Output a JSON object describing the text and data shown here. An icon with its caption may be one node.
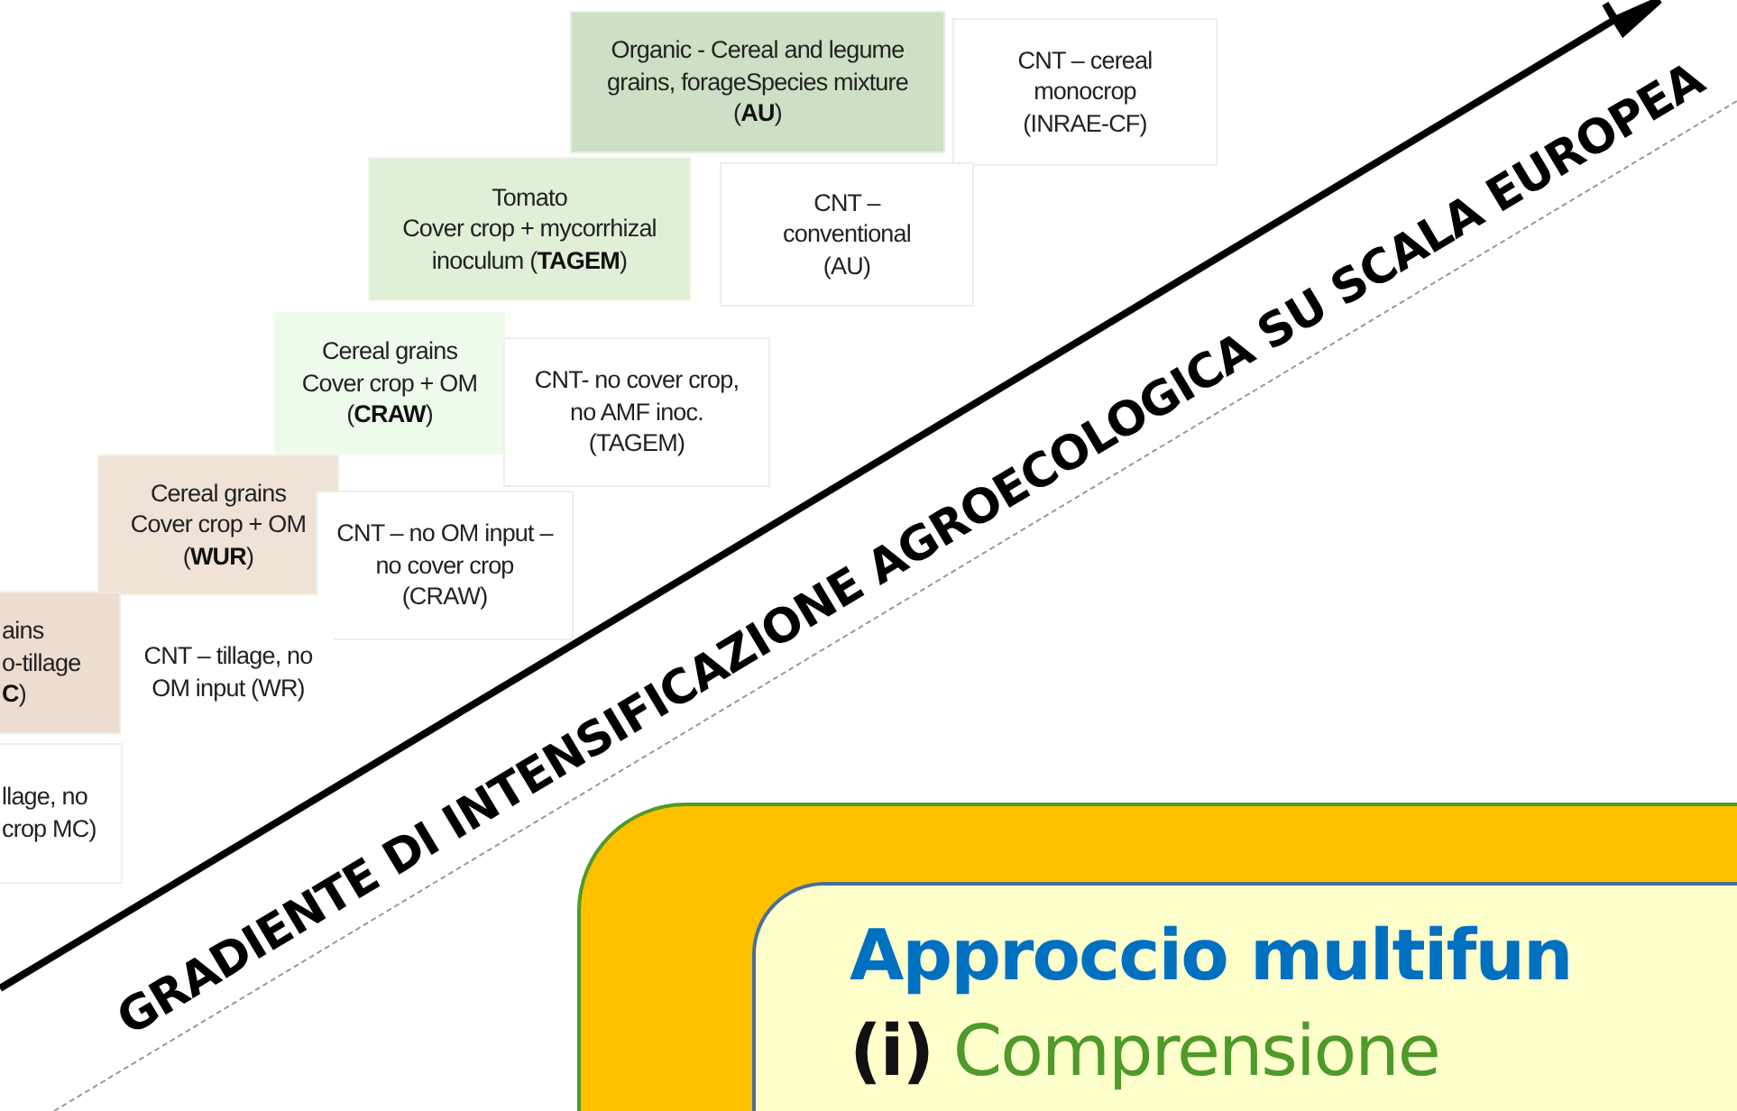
{
  "diagram": {
    "nodes": [
      {
        "text": [
          "Organic - Cereal and legume grains, forageSpecies mixture (**AU**)"
        ]
      },
      {
        "text": [
          "CNT – cereal monocrop (INRAE-CF)"
        ]
      },
      {
        "text": [
          "Tomato",
          "Cover crop + mycorrhizal inoculum (**TAGEM**)"
        ]
      },
      {
        "text": [
          "CNT – conventional (AU)"
        ]
      },
      {
        "text": [
          "Cereal grains",
          "Cover crop + OM (**CRAW**)"
        ]
      },
      {
        "text": [
          "CNT- no cover crop, no AMF inoc. (TAGEM)"
        ]
      },
      {
        "text": [
          "Cereal grains",
          "Cover crop + OM (**WUR**)"
        ]
      },
      {
        "text": [
          "CNT – no OM input – no cover crop (CRAW)"
        ]
      },
      {
        "text": [
          "ains o-tillage **C**)"
        ]
      },
      {
        "text": [
          "CNT – tillage, no OM input (WR)"
        ]
      },
      {
        "text": [
          "llage, no crop MC)"
        ]
      },
      {
        "text": [],
        "shape": "box"
      },
      {
        "text": [
          "Approccio multifun",
          "**(i)** Comprensione"
        ],
        "in": 11
      }
    ],
    "labels": [
      "GRADIENTE DI INTENSIFICAZIONE AGROECOLOGICA SU SCALA EUROPEA"
    ]
  }
}
